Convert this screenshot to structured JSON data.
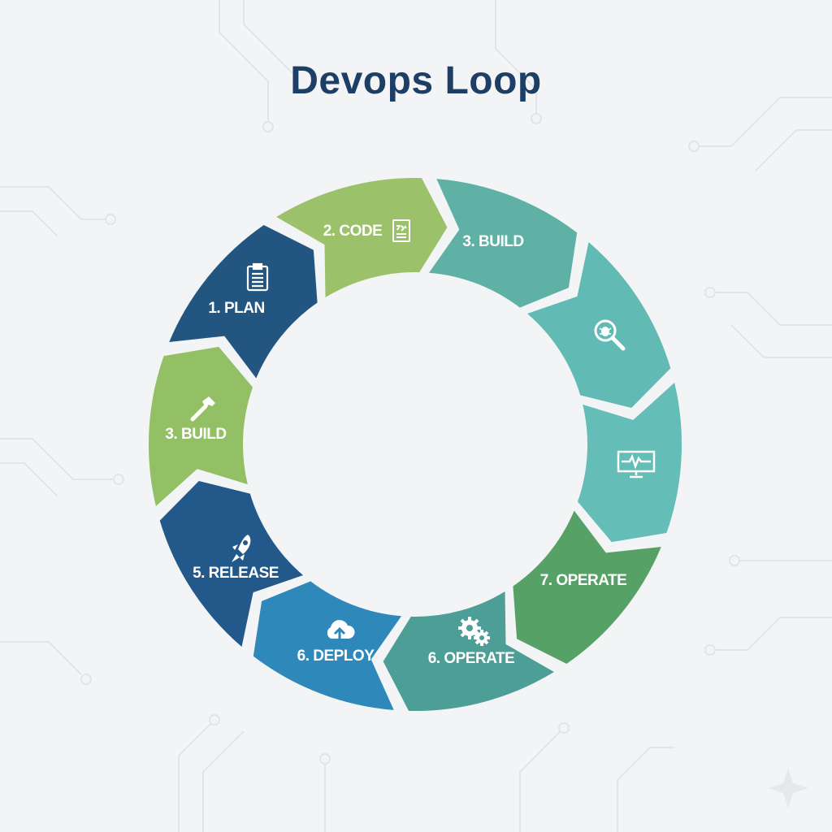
{
  "title": "Devops Loop",
  "segments": [
    {
      "label": "2. CODE",
      "icon": "code-document-icon",
      "color": "#9bc26a"
    },
    {
      "label": "3. BUILD",
      "icon": "",
      "color": "#5fb0a5"
    },
    {
      "label": "",
      "icon": "bug-search-icon",
      "color": "#62bab4"
    },
    {
      "label": "",
      "icon": "monitor-heartbeat-icon",
      "color": "#64bdb7"
    },
    {
      "label": "7. OPERATE",
      "icon": "",
      "color": "#56a266"
    },
    {
      "label": "6. OPERATE",
      "icon": "gears-icon",
      "color": "#4c9e96"
    },
    {
      "label": "6. DEPLOY",
      "icon": "cloud-upload-icon",
      "color": "#2f88ba"
    },
    {
      "label": "5. RELEASE",
      "icon": "rocket-icon",
      "color": "#23588a"
    },
    {
      "label": "3. BUILD",
      "icon": "hammer-icon",
      "color": "#93c064"
    },
    {
      "label": "1. PLAN",
      "icon": "clipboard-icon",
      "color": "#22557f"
    }
  ]
}
